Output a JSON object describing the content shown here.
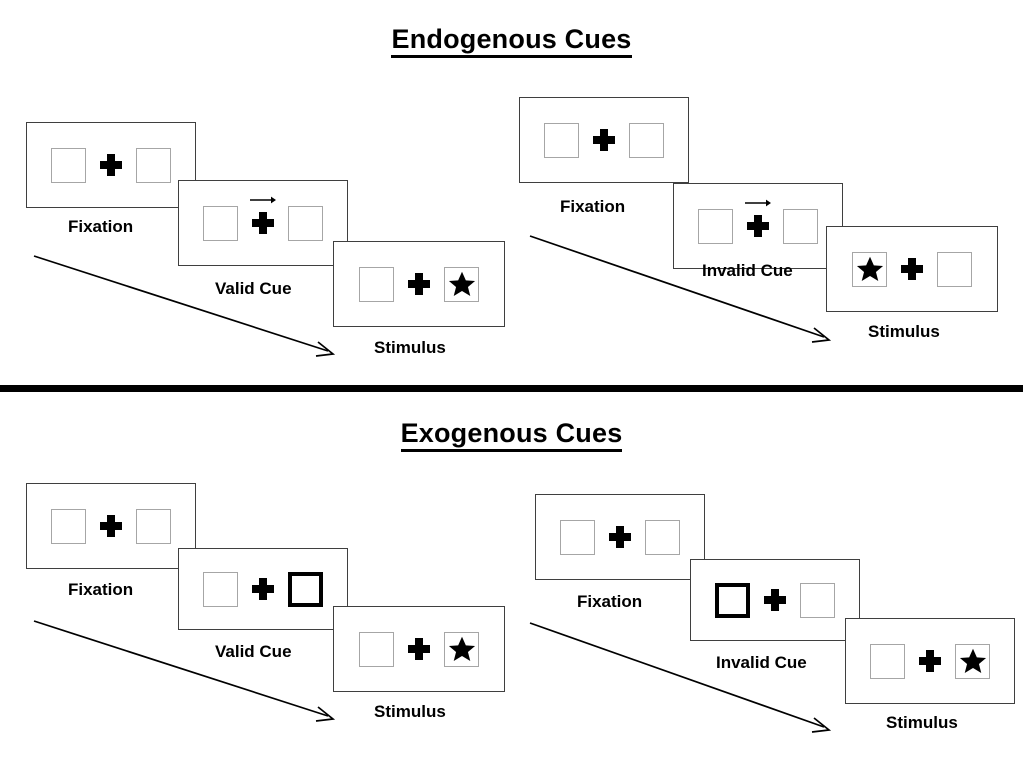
{
  "sections": [
    {
      "title": "Endogenous Cues",
      "panels": [
        {
          "label": "Fixation",
          "cue_type": "none",
          "left_box": "empty",
          "right_box": "empty",
          "arrow": "none"
        },
        {
          "label": "Valid Cue",
          "cue_type": "arrow",
          "left_box": "empty",
          "right_box": "empty",
          "arrow": "right"
        },
        {
          "label": "Stimulus",
          "cue_type": "none",
          "left_box": "empty",
          "right_box": "star",
          "arrow": "none"
        }
      ],
      "panels_right": [
        {
          "label": "Fixation",
          "cue_type": "none",
          "left_box": "empty",
          "right_box": "empty",
          "arrow": "none"
        },
        {
          "label": "Invalid Cue",
          "cue_type": "arrow",
          "left_box": "empty",
          "right_box": "empty",
          "arrow": "right"
        },
        {
          "label": "Stimulus",
          "cue_type": "none",
          "left_box": "star",
          "right_box": "empty",
          "arrow": "none"
        }
      ]
    },
    {
      "title": "Exogenous Cues",
      "panels": [
        {
          "label": "Fixation",
          "cue_type": "none",
          "left_box": "empty",
          "right_box": "empty",
          "arrow": "none"
        },
        {
          "label": "Valid Cue",
          "cue_type": "box-highlight",
          "left_box": "empty",
          "right_box": "cued",
          "arrow": "none"
        },
        {
          "label": "Stimulus",
          "cue_type": "none",
          "left_box": "empty",
          "right_box": "star",
          "arrow": "none"
        }
      ],
      "panels_right": [
        {
          "label": "Fixation",
          "cue_type": "none",
          "left_box": "empty",
          "right_box": "empty",
          "arrow": "none"
        },
        {
          "label": "Invalid Cue",
          "cue_type": "box-highlight",
          "left_box": "cued",
          "right_box": "empty",
          "arrow": "none"
        },
        {
          "label": "Stimulus",
          "cue_type": "none",
          "left_box": "empty",
          "right_box": "star",
          "arrow": "none"
        }
      ]
    }
  ],
  "labels": {
    "endogenous_title": "Endogenous Cues",
    "exogenous_title": "Exogenous Cues",
    "fixation": "Fixation",
    "valid_cue": "Valid Cue",
    "invalid_cue": "Invalid Cue",
    "stimulus": "Stimulus"
  },
  "colors": {
    "ink": "#000000",
    "panel_border": "#3f3f3f",
    "box_border": "#a6a6a6",
    "cued_box_border": "#000000",
    "background": "#ffffff"
  },
  "icons": {
    "fixation_cross": "plus-cross-icon",
    "cue_arrow": "arrow-right-icon",
    "target": "star-icon",
    "time_flow": "diagonal-arrow-icon"
  }
}
